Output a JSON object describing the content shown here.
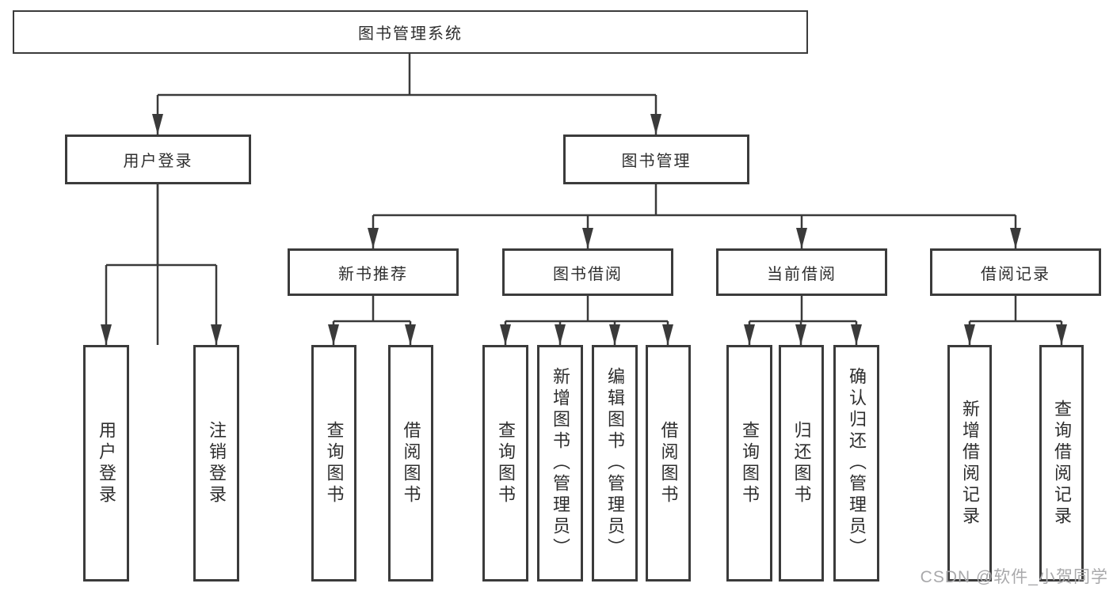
{
  "tree": {
    "root": {
      "label": "图书管理系统"
    },
    "level2": [
      {
        "id": "user-login",
        "label": "用户登录"
      },
      {
        "id": "book-management",
        "label": "图书管理"
      }
    ],
    "level3": [
      {
        "id": "new-book-recommend",
        "label": "新书推荐"
      },
      {
        "id": "book-borrowing",
        "label": "图书借阅"
      },
      {
        "id": "current-borrowing",
        "label": "当前借阅"
      },
      {
        "id": "borrow-records",
        "label": "借阅记录"
      }
    ],
    "leaves": {
      "user_login": [
        "用户登录",
        "注销登录"
      ],
      "new_book": [
        "查询图书",
        "借阅图书"
      ],
      "book_borrow": [
        "查询图书",
        "新增图书（管理员）",
        "编辑图书（管理员）",
        "借阅图书"
      ],
      "current_borrow": [
        "查询图书",
        "归还图书",
        "确认归还（管理员）"
      ],
      "records": [
        "新增借阅记录",
        "查询借阅记录"
      ]
    }
  },
  "watermark": {
    "text": "CSDN @软件_小贺同学"
  },
  "colors": {
    "line": "#3a3a3a",
    "box_border": "#3b3b3b",
    "text": "#2e2e2e",
    "watermark": "#a9a9ab",
    "background": "#ffffff"
  }
}
